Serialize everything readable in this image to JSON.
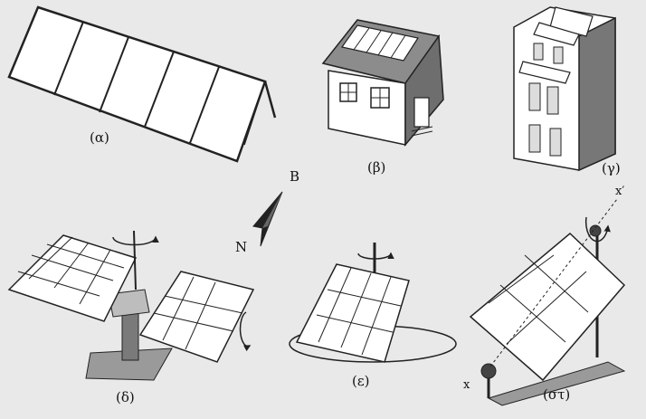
{
  "labels": {
    "a": "(α)",
    "b": "(β)",
    "g": "(γ)",
    "d": "(δ)",
    "e": "(ε)",
    "st": "(στ)"
  },
  "compass": {
    "north": "B",
    "west": "N"
  },
  "axes": {
    "x": "x",
    "x_prime": "x′"
  },
  "colors": {
    "background": "#e9e9e9",
    "panel": "#ffffff",
    "stroke": "#222222",
    "dark": "#333333",
    "mid": "#888888"
  }
}
